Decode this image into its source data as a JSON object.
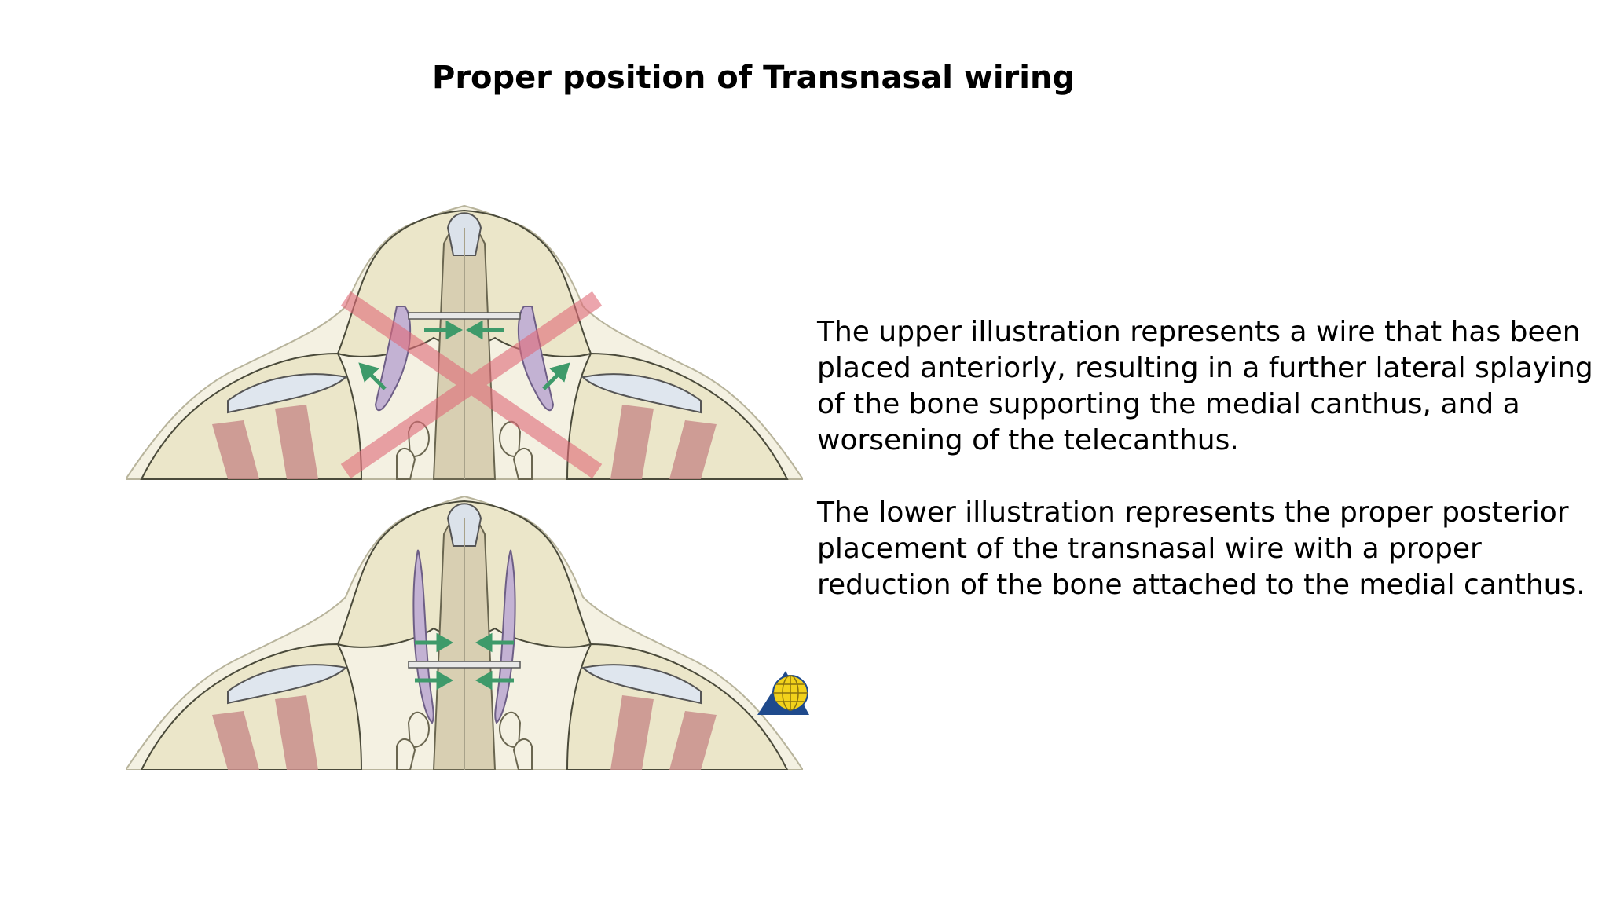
{
  "slide": {
    "title": "Proper position of Transnasal wiring",
    "paragraphs": [
      "The upper illustration represents a wire that has been placed anteriorly, resulting in a further lateral splaying of the bone supporting the medial canthus, and a worsening of the telecanthus.",
      "The lower illustration represents the proper posterior placement of the transnasal wire with a proper reduction of the bone attached to the medial canthus."
    ]
  },
  "illustrations": [
    {
      "name": "upper",
      "shows_wrong_mark": true,
      "wire_position": "anterior"
    },
    {
      "name": "lower",
      "shows_wrong_mark": false,
      "wire_position": "posterior"
    }
  ],
  "colors": {
    "bone": "#ebe6c9",
    "bone_outline": "#4a4a3a",
    "septum": "#d8cfb2",
    "muscle": "#c98e8c",
    "canthal_bone": "#c3b2d3",
    "arrow": "#3e9a6a",
    "wrong_mark": "#e06a78",
    "logo_blue": "#1f4a8c",
    "logo_yellow": "#f2d21b"
  },
  "icons": {
    "logo": "ao-foundation-globe-logo"
  }
}
